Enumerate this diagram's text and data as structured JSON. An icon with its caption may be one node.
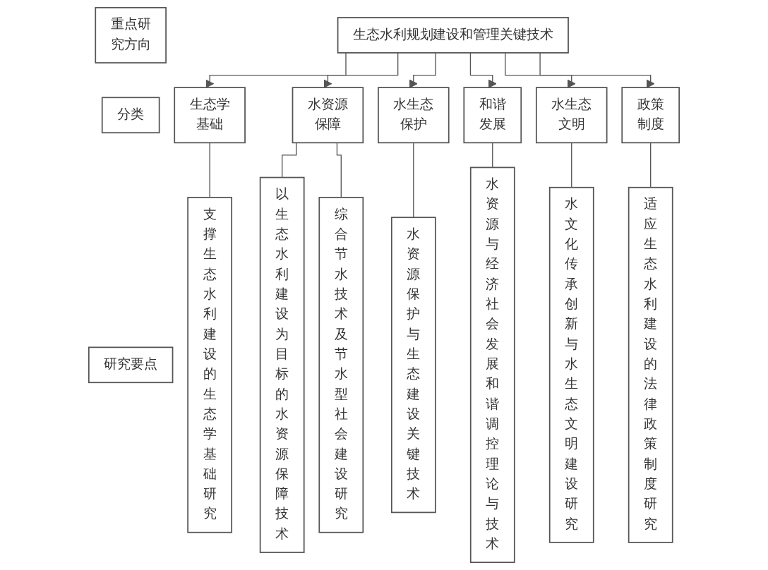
{
  "diagram": {
    "nodes": [
      {
        "text": [
          "重点研究方向"
        ]
      },
      {
        "text": [
          "生态水利规划建设和管理关键技术"
        ]
      },
      {
        "text": [
          "分类"
        ]
      },
      {
        "text": [
          "生态学基础"
        ]
      },
      {
        "text": [
          "水资源保障"
        ]
      },
      {
        "text": [
          "水生态保护"
        ]
      },
      {
        "text": [
          "和谐发展"
        ]
      },
      {
        "text": [
          "水生态文明"
        ]
      },
      {
        "text": [
          "政策制度"
        ]
      },
      {
        "text": [
          "研究要点"
        ]
      },
      {
        "text": [
          "支撑生态水利建设的生态学基础研究"
        ]
      },
      {
        "text": [
          "以生态水利建设为目标的水资源保障技术"
        ]
      },
      {
        "text": [
          "综合节水技术及节水型社会建设研究"
        ]
      },
      {
        "text": [
          "水资源保护与生态建设关键技术"
        ]
      },
      {
        "text": [
          "水资源与经济社会发展和谐调控理论与技术"
        ]
      },
      {
        "text": [
          "水文化传承创新与水生态文明建设研究"
        ]
      },
      {
        "text": [
          "适应生态水利建设的法律政策制度研究"
        ]
      }
    ],
    "edges": [
      {
        "from": 1,
        "to": 3,
        "arrow": "to"
      },
      {
        "from": 1,
        "to": 4,
        "arrow": "to"
      },
      {
        "from": 1,
        "to": 5,
        "arrow": "to"
      },
      {
        "from": 1,
        "to": 6,
        "arrow": "to"
      },
      {
        "from": 1,
        "to": 7,
        "arrow": "to"
      },
      {
        "from": 1,
        "to": 8,
        "arrow": "to"
      },
      {
        "from": 3,
        "to": 10,
        "arrow": "none"
      },
      {
        "from": 4,
        "to": 11,
        "arrow": "none"
      },
      {
        "from": 4,
        "to": 12,
        "arrow": "none"
      },
      {
        "from": 5,
        "to": 13,
        "arrow": "none"
      },
      {
        "from": 6,
        "to": 14,
        "arrow": "none"
      },
      {
        "from": 7,
        "to": 15,
        "arrow": "none"
      },
      {
        "from": 8,
        "to": 16,
        "arrow": "none"
      }
    ]
  }
}
